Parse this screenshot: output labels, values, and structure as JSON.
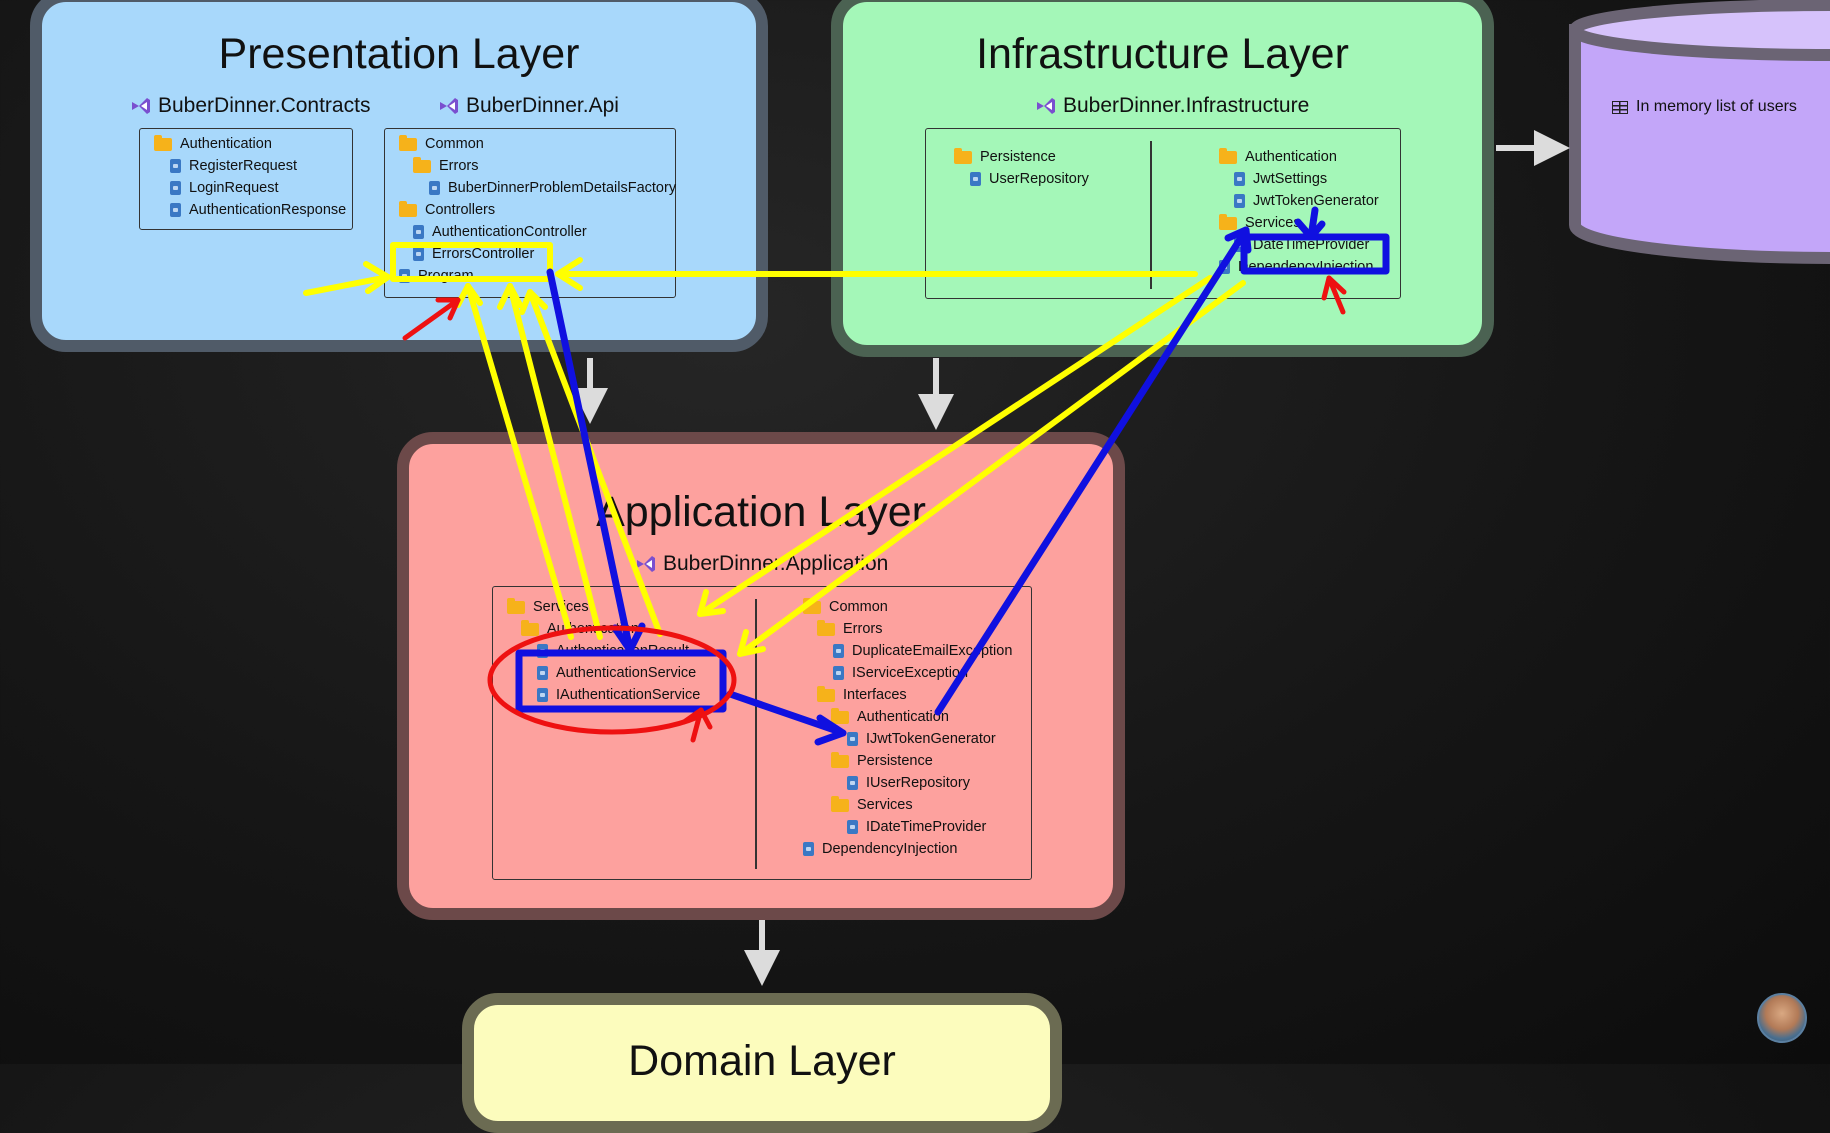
{
  "presentation": {
    "title": "Presentation Layer",
    "projects": [
      {
        "name": "BuberDinner.Contracts",
        "items": [
          {
            "type": "folder",
            "label": "Authentication"
          },
          {
            "type": "file",
            "label": "RegisterRequest"
          },
          {
            "type": "file",
            "label": "LoginRequest"
          },
          {
            "type": "file",
            "label": "AuthenticationResponse"
          }
        ]
      },
      {
        "name": "BuberDinner.Api",
        "items": [
          {
            "type": "folder",
            "label": "Common"
          },
          {
            "type": "folder",
            "label": "Errors"
          },
          {
            "type": "file",
            "label": "BuberDinnerProblemDetailsFactory"
          },
          {
            "type": "folder",
            "label": "Controllers"
          },
          {
            "type": "file",
            "label": "AuthenticationController"
          },
          {
            "type": "file",
            "label": "ErrorsController"
          },
          {
            "type": "file",
            "label": "Program"
          }
        ]
      }
    ]
  },
  "infrastructure": {
    "title": "Infrastructure Layer",
    "project": "BuberDinner.Infrastructure",
    "left_items": [
      {
        "type": "folder",
        "label": "Persistence"
      },
      {
        "type": "file",
        "label": "UserRepository"
      }
    ],
    "right_items": [
      {
        "type": "folder",
        "label": "Authentication"
      },
      {
        "type": "file",
        "label": "JwtSettings"
      },
      {
        "type": "file",
        "label": "JwtTokenGenerator"
      },
      {
        "type": "folder",
        "label": "Services"
      },
      {
        "type": "file",
        "label": "DateTimeProvider"
      },
      {
        "type": "file",
        "label": "DependencyInjection"
      }
    ]
  },
  "database": {
    "label": "In memory list of users",
    "icon": "table-icon"
  },
  "application": {
    "title": "Application Layer",
    "project": "BuberDinner.Application",
    "left_items": [
      {
        "type": "folder",
        "label": "Services"
      },
      {
        "type": "folder",
        "label": "Authentication"
      },
      {
        "type": "file",
        "label": "AuthenticationResult"
      },
      {
        "type": "file",
        "label": "AuthenticationService"
      },
      {
        "type": "file",
        "label": "IAuthenticationService"
      }
    ],
    "right_items": [
      {
        "type": "folder",
        "label": "Common"
      },
      {
        "type": "folder",
        "label": "Errors"
      },
      {
        "type": "file",
        "label": "DuplicateEmailException"
      },
      {
        "type": "file",
        "label": "IServiceException"
      },
      {
        "type": "folder",
        "label": "Interfaces"
      },
      {
        "type": "folder",
        "label": "Authentication"
      },
      {
        "type": "file",
        "label": "IJwtTokenGenerator"
      },
      {
        "type": "folder",
        "label": "Persistence"
      },
      {
        "type": "file",
        "label": "IUserRepository"
      },
      {
        "type": "folder",
        "label": "Services"
      },
      {
        "type": "file",
        "label": "IDateTimeProvider"
      },
      {
        "type": "file",
        "label": "DependencyInjection"
      }
    ]
  },
  "domain": {
    "title": "Domain Layer"
  },
  "colors": {
    "presentation_fill": "#a8d8fb",
    "infrastructure_fill": "#a4f7b8",
    "application_fill": "#fda19e",
    "domain_fill": "#fcfcbd",
    "database_fill": "#c3a6f9",
    "annotation_yellow": "#ffff00",
    "annotation_blue": "#1010e0",
    "annotation_red": "#ee1111"
  }
}
